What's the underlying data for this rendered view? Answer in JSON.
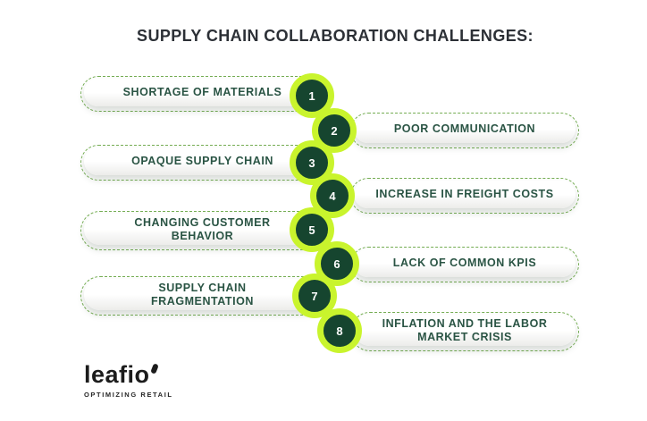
{
  "title": "SUPPLY CHAIN COLLABORATION CHALLENGES:",
  "colors": {
    "accent_lime": "#c9f42d",
    "circle_green": "#16452f",
    "pill_text": "#2a5444",
    "dash_green": "#74ad52",
    "title_color": "#2c3036",
    "logo_color": "#1c1c1c",
    "bg": "#ffffff"
  },
  "items": [
    {
      "number": "1",
      "label": "SHORTAGE OF MATERIALS",
      "side": "left"
    },
    {
      "number": "2",
      "label": "POOR COMMUNICATION",
      "side": "right"
    },
    {
      "number": "3",
      "label": "OPAQUE SUPPLY CHAIN",
      "side": "left"
    },
    {
      "number": "4",
      "label": "INCREASE IN FREIGHT COSTS",
      "side": "right"
    },
    {
      "number": "5",
      "label": "CHANGING CUSTOMER BEHAVIOR",
      "side": "left"
    },
    {
      "number": "6",
      "label": "LACK OF COMMON KPIS",
      "side": "right"
    },
    {
      "number": "7",
      "label": "SUPPLY CHAIN FRAGMENTATION",
      "side": "left"
    },
    {
      "number": "8",
      "label": "INFLATION AND THE LABOR MARKET CRISIS",
      "side": "right"
    }
  ],
  "logo": {
    "name": "leafio",
    "tagline": "OPTIMIZING RETAIL",
    "mark": "leaf-apostrophe"
  }
}
